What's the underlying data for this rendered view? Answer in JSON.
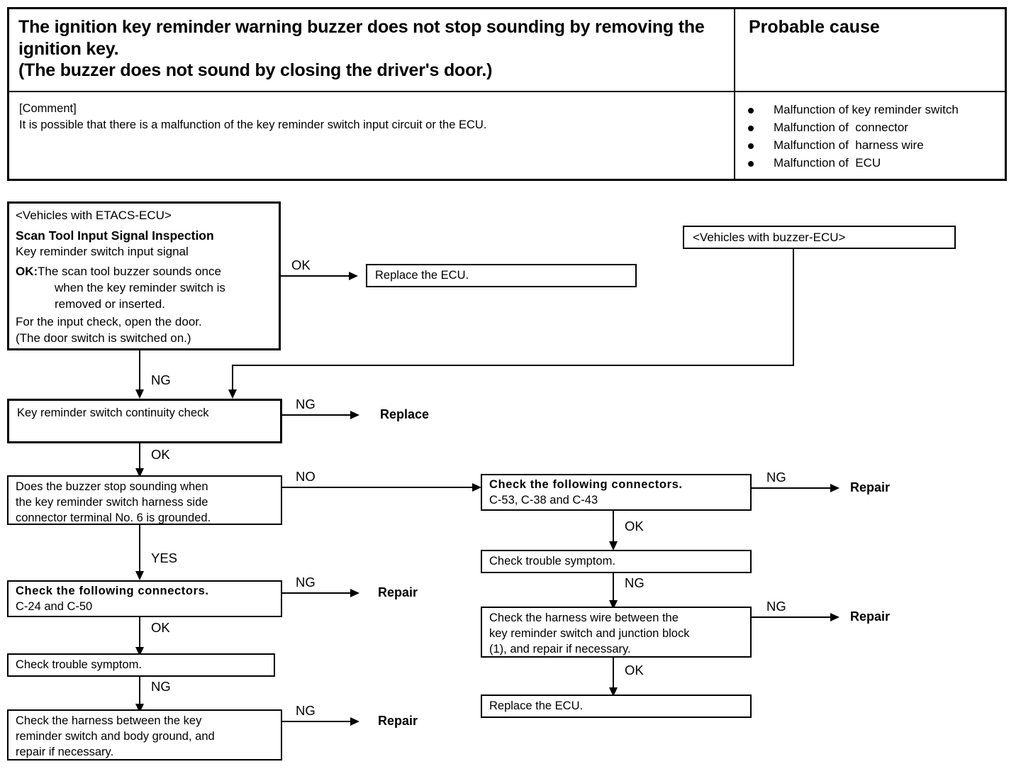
{
  "symptom_table": {
    "title": "The ignition key reminder warning buzzer does not stop sounding by removing the ignition key.\n(The buzzer does not sound by closing the driver's door.)",
    "probable_cause_header": "Probable cause",
    "comment_label": "[Comment]",
    "comment_text": "It is possible that there is a malfunction of the key reminder switch input circuit or the ECU.",
    "causes": [
      "Malfunction of key reminder switch",
      "Malfunction of  connector",
      "Malfunction of  harness wire",
      "Malfunction of  ECU"
    ]
  },
  "flowchart": {
    "scan_box": {
      "vehicles": "<Vehicles with ETACS-ECU>",
      "heading": "Scan Tool Input Signal Inspection",
      "subheading": "Key reminder switch input signal",
      "ok_label": "OK:",
      "ok_text_line1": "The scan tool buzzer sounds once",
      "ok_text_line2": "when the key reminder switch is",
      "ok_text_line3": "removed or inserted.",
      "note_line1": "For the input check, open the door.",
      "note_line2": "(The door switch is switched on.)"
    },
    "buzzer_ecu_box": "<Vehicles with buzzer-ECU>",
    "replace_ecu_top": "Replace the ECU.",
    "continuity_box": "Key reminder switch continuity check",
    "replace_label": "Replace",
    "decision_box_line1": "Does the buzzer stop sounding when",
    "decision_box_line2": "the key reminder switch harness side",
    "decision_box_line3": "connector terminal No. 6 is grounded.",
    "left_connectors_box": {
      "heading": "Check  the  following  connectors.",
      "detail": "C-24 and C-50"
    },
    "left_trouble_symptom": "Check trouble symptom.",
    "left_harness_box_line1": "Check the harness between the key",
    "left_harness_box_line2": "reminder switch and body ground, and",
    "left_harness_box_line3": "repair if necessary.",
    "right_connectors_box": {
      "heading": "Check  the  following  connectors.",
      "detail": "C-53, C-38 and C-43"
    },
    "right_trouble_symptom": "Check trouble symptom.",
    "right_harness_box_line1": "Check the harness wire between the",
    "right_harness_box_line2": "key reminder switch and junction block",
    "right_harness_box_line3": "(1), and repair if necessary.",
    "replace_ecu_bottom": "Replace the ECU.",
    "repair_label": "Repair",
    "edge_labels": {
      "ok": "OK",
      "ng": "NG",
      "no": "NO",
      "yes": "YES"
    }
  }
}
